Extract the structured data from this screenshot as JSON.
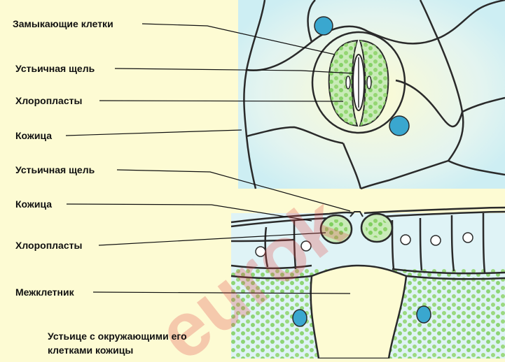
{
  "labels": {
    "guard_cells": "Замыкающие клетки",
    "stomatal_slit_top": "Устьичная щель",
    "chloroplasts_top": "Хлоропласты",
    "epidermis_top": "Кожица",
    "stomatal_slit_bottom": "Устьичная  щель",
    "epidermis_bottom": "Кожица",
    "chloroplasts_bottom": "Хлоропласты",
    "intercellular_space": "Межклетник"
  },
  "caption": {
    "line1": "Устьице с окружающими его",
    "line2": "клетками кожицы"
  },
  "watermark": "eurok",
  "colors": {
    "background": "#fdfbd3",
    "cell_fill": "#dff3f6",
    "chloroplast": "#8fd46b",
    "nucleus": "#3aa7cf",
    "outline": "#2a2a2a"
  }
}
